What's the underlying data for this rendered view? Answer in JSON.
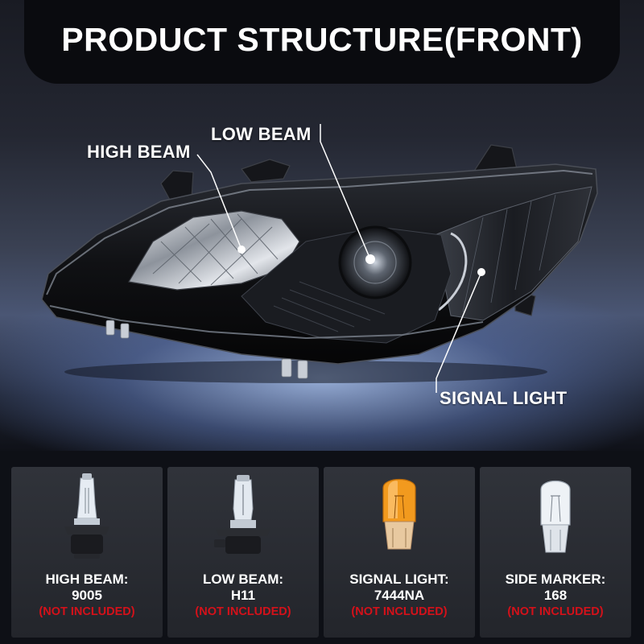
{
  "header": {
    "title": "PRODUCT STRUCTURE(FRONT)"
  },
  "callouts": {
    "high_beam": "HIGH BEAM",
    "low_beam": "LOW BEAM",
    "signal_light": "SIGNAL LIGHT"
  },
  "bulbs": [
    {
      "name": "HIGH BEAM:",
      "code": "9005",
      "note": "(NOT INCLUDED)",
      "icon": "halogen-bulb-9005-icon"
    },
    {
      "name": "LOW BEAM:",
      "code": "H11",
      "note": "(NOT INCLUDED)",
      "icon": "halogen-bulb-h11-icon"
    },
    {
      "name": "SIGNAL LIGHT:",
      "code": "7444NA",
      "note": "(NOT INCLUDED)",
      "icon": "amber-wedge-bulb-icon"
    },
    {
      "name": "SIDE MARKER:",
      "code": "168",
      "note": "(NOT INCLUDED)",
      "icon": "clear-wedge-bulb-icon"
    }
  ],
  "colors": {
    "note_red": "#d4111a",
    "amber": "#f29a1e",
    "title_bar": "#0a0b0f"
  }
}
